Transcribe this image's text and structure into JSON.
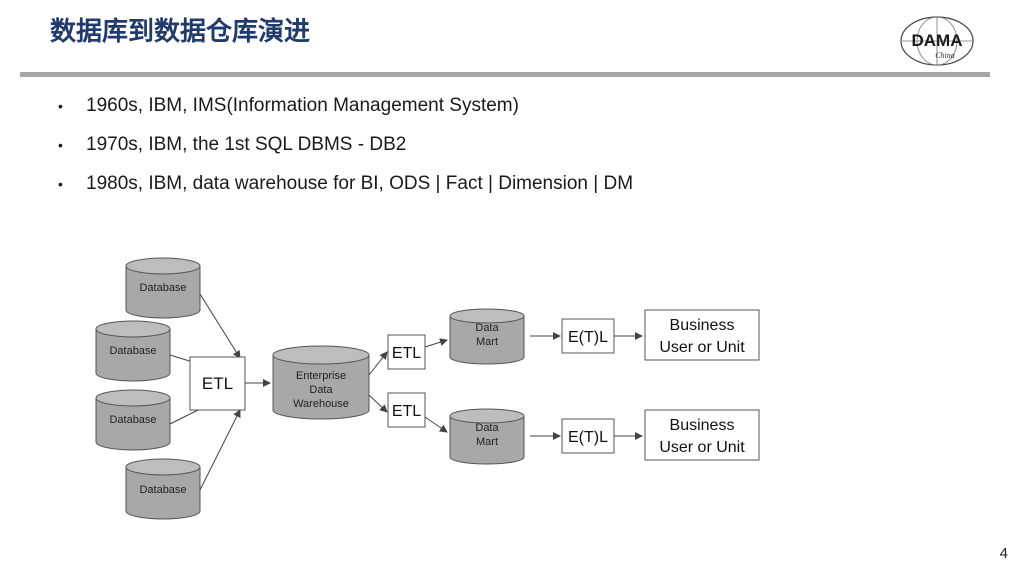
{
  "slide": {
    "title": "数据库到数据仓库演进",
    "logo_text": "DAMA",
    "logo_subtext": "China",
    "page_number": "4"
  },
  "bullets": [
    {
      "text": "1960s, IBM, IMS(Information Management System)"
    },
    {
      "text": "1970s, IBM, the 1st SQL DBMS - DB2"
    },
    {
      "text": "1980s, IBM, data warehouse for BI, ODS | Fact | Dimension | DM"
    }
  ],
  "diagram": {
    "sources": [
      "Database",
      "Database",
      "Database",
      "Database"
    ],
    "etl_main": "ETL",
    "warehouse": [
      "Enterprise",
      "Data",
      "Warehouse"
    ],
    "branches": [
      {
        "etl": "ETL",
        "mart": [
          "Data",
          "Mart"
        ],
        "etl2": "E(T)L",
        "business": [
          "Business",
          "User or Unit"
        ]
      },
      {
        "etl": "ETL",
        "mart": [
          "Data",
          "Mart"
        ],
        "etl2": "E(T)L",
        "business": [
          "Business",
          "User or Unit"
        ]
      }
    ],
    "colors": {
      "cylinder_fill": "#a8a8a8",
      "cylinder_top": "#bdbdbd",
      "stroke": "#555555"
    }
  }
}
